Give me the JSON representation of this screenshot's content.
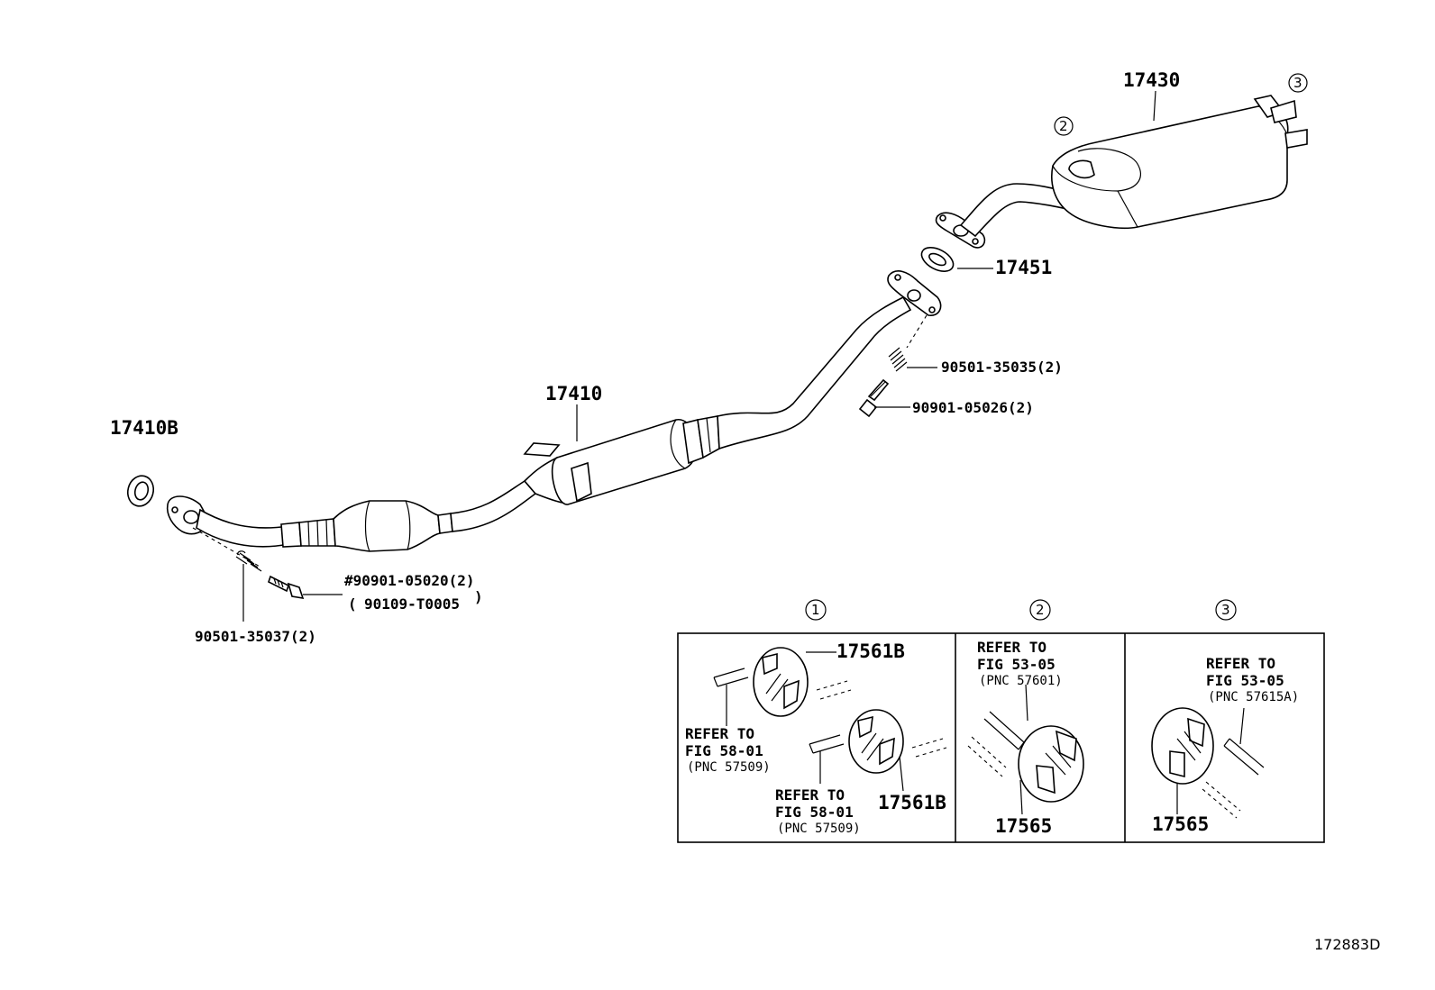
{
  "labels": {
    "muffler": "17430",
    "center_pipe": "17410",
    "front_gasket": "17410B",
    "gasket_17451": "17451",
    "spring_rear": "90501-35035(2)",
    "bolt_rear": "90901-05026(2)",
    "bolt_front": "#90901-05020(2)",
    "bolt_front_alt_open": "(",
    "bolt_front_alt": "90109-T0005",
    "bolt_front_alt_close": ")",
    "spring_front": "90501-35037(2)",
    "figure_id": "172883D"
  },
  "callouts": [
    "1",
    "2",
    "3"
  ],
  "detail_1": {
    "hanger_top": "17561B",
    "hanger_bottom": "17561B",
    "refer_a": [
      "REFER TO",
      "FIG 58-01",
      "(PNC 57509)"
    ],
    "refer_b": [
      "REFER TO",
      "FIG 58-01",
      "(PNC 57509)"
    ]
  },
  "detail_2": {
    "refer": [
      "REFER TO",
      "FIG 53-05",
      "(PNC 57601)"
    ],
    "hanger": "17565"
  },
  "detail_3": {
    "refer": [
      "REFER TO",
      "FIG 53-05",
      "(PNC 57615A)"
    ],
    "hanger": "17565"
  }
}
